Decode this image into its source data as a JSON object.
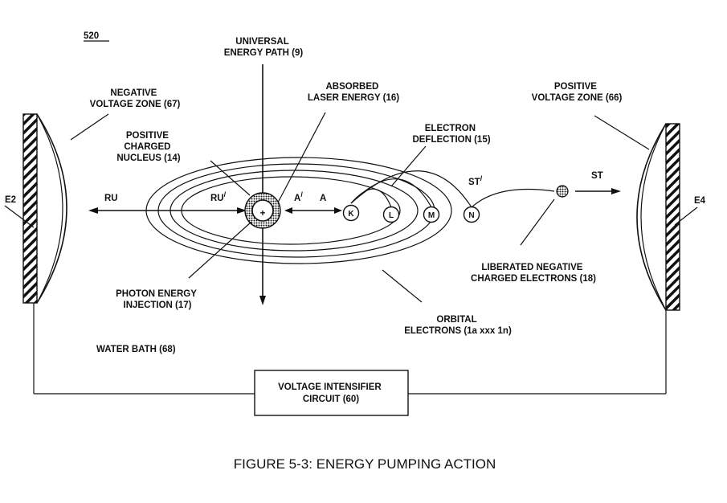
{
  "figure": {
    "ref_number": "520",
    "caption": "FIGURE 5-3: ENERGY PUMPING ACTION"
  },
  "labels": {
    "universal_energy_path": [
      "UNIVERSAL",
      "ENERGY PATH (9)"
    ],
    "negative_voltage_zone": [
      "NEGATIVE",
      "VOLTAGE ZONE (67)"
    ],
    "absorbed_laser_energy": [
      "ABSORBED",
      "LASER ENERGY (16)"
    ],
    "positive_voltage_zone": [
      "POSITIVE",
      "VOLTAGE ZONE (66)"
    ],
    "positive_charged_nucleus": [
      "POSITIVE",
      "CHARGED",
      "NUCLEUS (14)"
    ],
    "electron_deflection": [
      "ELECTRON",
      "DEFLECTION (15)"
    ],
    "e2": "E2",
    "e4": "E4",
    "ru": "RU",
    "ru_prime": "RU",
    "a_prime": "A",
    "a": "A",
    "st_prime": "ST",
    "st": "ST",
    "prime_mark": "/",
    "liberated_electrons": [
      "LIBERATED NEGATIVE",
      "CHARGED ELECTRONS (18)"
    ],
    "photon_energy_injection": [
      "PHOTON ENERGY",
      "INJECTION (17)"
    ],
    "orbital_electrons": [
      "ORBITAL",
      "ELECTRONS (1a xxx 1n)"
    ],
    "water_bath": "WATER BATH (68)",
    "voltage_intensifier": [
      "VOLTAGE INTENSIFIER",
      "CIRCUIT (60)"
    ]
  },
  "nucleus_symbol": "+",
  "orbitals": [
    "K",
    "L",
    "M",
    "N"
  ]
}
